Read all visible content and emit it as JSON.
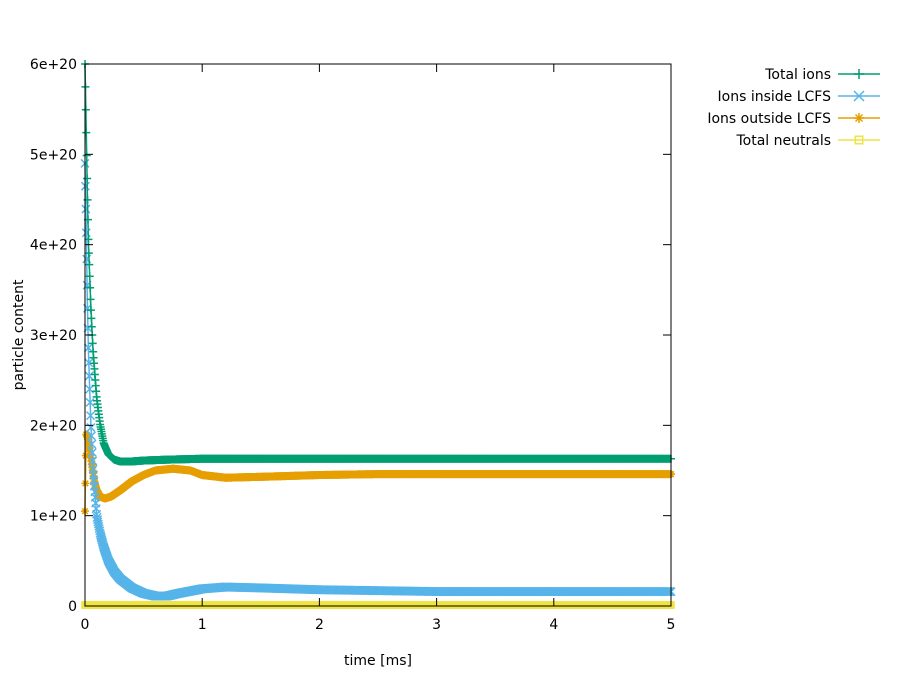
{
  "chart_data": {
    "type": "line",
    "title": "",
    "xlabel": "time [ms]",
    "ylabel": "particle content",
    "xlim": [
      0,
      5
    ],
    "ylim": [
      0,
      6e+20
    ],
    "xticks": [
      0,
      1,
      2,
      3,
      4,
      5
    ],
    "xtick_labels": [
      "0",
      "1",
      "2",
      "3",
      "4",
      "5"
    ],
    "yticks": [
      0,
      1e+20,
      2e+20,
      3e+20,
      4e+20,
      5e+20,
      6e+20
    ],
    "ytick_labels": [
      "0",
      "1e+20",
      "2e+20",
      "3e+20",
      "4e+20",
      "5e+20",
      "6e+20"
    ],
    "grid": false,
    "legend_position": "outside top-right",
    "series": [
      {
        "name": "Total ions",
        "color": "#009e73",
        "marker": "plus",
        "x": [
          0,
          0.01,
          0.02,
          0.03,
          0.05,
          0.07,
          0.1,
          0.13,
          0.16,
          0.2,
          0.25,
          0.3,
          0.4,
          0.5,
          0.7,
          1.0,
          1.5,
          2.0,
          3.0,
          4.0,
          5.0
        ],
        "y": [
          6e+20,
          5.3e+20,
          4.6e+20,
          4e+20,
          3.3e+20,
          2.8e+20,
          2.3e+20,
          2e+20,
          1.8e+20,
          1.68e+20,
          1.62e+20,
          1.6e+20,
          1.6e+20,
          1.61e+20,
          1.62e+20,
          1.63e+20,
          1.63e+20,
          1.63e+20,
          1.63e+20,
          1.63e+20,
          1.63e+20
        ]
      },
      {
        "name": "Ions inside LCFS",
        "color": "#56b4e9",
        "marker": "cross",
        "x": [
          0,
          0.01,
          0.02,
          0.03,
          0.05,
          0.07,
          0.1,
          0.13,
          0.16,
          0.2,
          0.25,
          0.3,
          0.4,
          0.5,
          0.6,
          0.7,
          0.8,
          1.0,
          1.2,
          1.5,
          2.0,
          2.5,
          3.0,
          4.0,
          5.0
        ],
        "y": [
          4.9e+20,
          4.2e+20,
          3.4e+20,
          2.8e+20,
          2e+20,
          1.5e+20,
          1e+20,
          8e+19,
          6.5e+19,
          5e+19,
          3.8e+19,
          3e+19,
          2e+19,
          1.4e+19,
          1.1e+19,
          1.1e+19,
          1.4e+19,
          1.9e+19,
          2.1e+19,
          2e+19,
          1.8e+19,
          1.7e+19,
          1.6e+19,
          1.6e+19,
          1.6e+19
        ]
      },
      {
        "name": "Ions outside LCFS",
        "color": "#e69f00",
        "marker": "star",
        "x": [
          0,
          0.01,
          0.02,
          0.04,
          0.06,
          0.08,
          0.1,
          0.13,
          0.17,
          0.22,
          0.3,
          0.4,
          0.5,
          0.6,
          0.75,
          0.9,
          1.0,
          1.2,
          1.5,
          2.0,
          2.5,
          3.0,
          4.0,
          5.0
        ],
        "y": [
          1.05e+20,
          1.9e+20,
          1.88e+20,
          1.75e+20,
          1.55e+20,
          1.38e+20,
          1.28e+20,
          1.21e+20,
          1.19e+20,
          1.21e+20,
          1.28e+20,
          1.38e+20,
          1.45e+20,
          1.5e+20,
          1.52e+20,
          1.5e+20,
          1.45e+20,
          1.42e+20,
          1.43e+20,
          1.45e+20,
          1.46e+20,
          1.46e+20,
          1.46e+20,
          1.46e+20
        ]
      },
      {
        "name": "Total neutrals",
        "color": "#f0e442",
        "marker": "square",
        "x": [
          0,
          0.5,
          1.0,
          2.0,
          3.0,
          4.0,
          5.0
        ],
        "y": [
          1e+18,
          1e+18,
          1e+18,
          1e+18,
          1e+18,
          1e+18,
          1e+18
        ]
      }
    ]
  }
}
